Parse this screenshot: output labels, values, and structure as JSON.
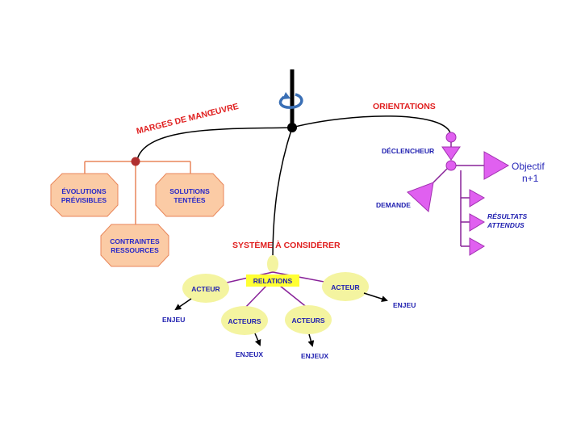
{
  "labels": {
    "marges": "MARGES DE MANŒUVRE",
    "orientations": "ORIENTATIONS",
    "systeme": "SYSTÈME  À CONSIDÉRER"
  },
  "left_branch": {
    "evolutions": [
      "ÉVOLUTIONS",
      "PRÉVISIBLES"
    ],
    "solutions": [
      "SOLUTIONS",
      "TENTÉES"
    ],
    "contraintes": [
      "CONTRAINTES",
      "RESSOURCES"
    ]
  },
  "right_branch": {
    "declencheur": "DÉCLENCHEUR",
    "demande": "DEMANDE",
    "objectif": [
      "Objectif",
      "n+1"
    ],
    "resultats": [
      "RÉSULTATS",
      "ATTENDUS"
    ]
  },
  "system": {
    "relations": "RELATIONS",
    "acteur_left": "ACTEUR",
    "acteur_right": "ACTEUR",
    "acteurs_left": "ACTEURS",
    "acteurs_right": "ACTEURS",
    "enjeu_left": "ENJEU",
    "enjeu_right": "ENJEU",
    "enjeux_left": "ENJEUX",
    "enjeux_right": "ENJEUX"
  },
  "colors": {
    "salmon_fill": "#fbcba5",
    "salmon_stroke": "#e8865a",
    "hub_red": "#b03030",
    "magenta": "#e060f0",
    "magenta_stroke": "#a030b0",
    "purple_line": "#882299",
    "oval_yellow": "#f4f4a0",
    "relations_bg": "#ffff33"
  }
}
